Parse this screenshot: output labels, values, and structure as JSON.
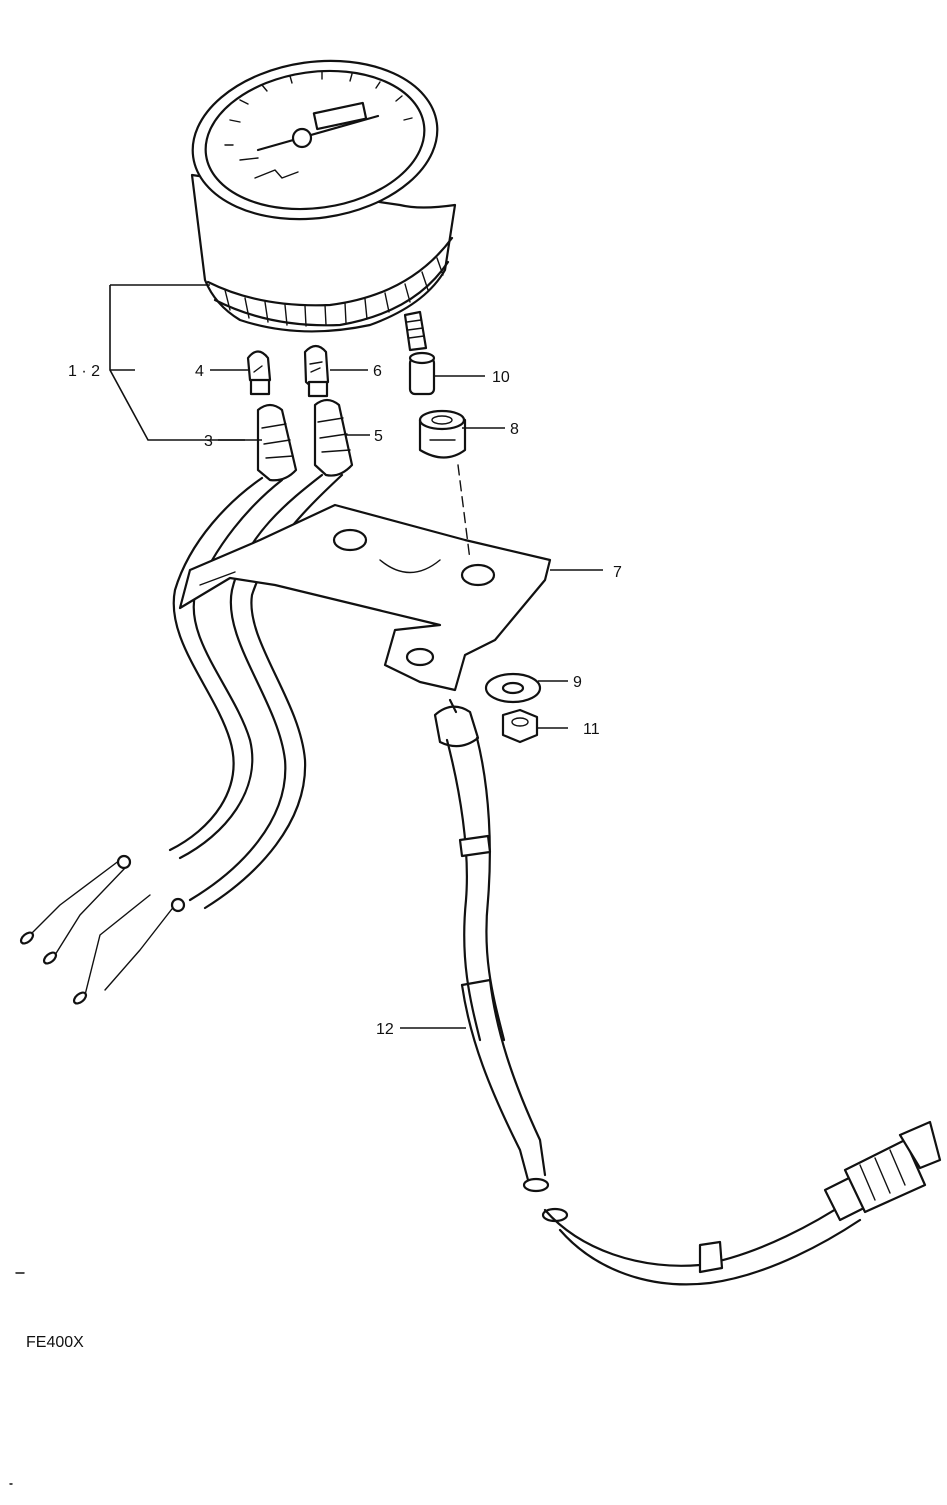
{
  "diagram": {
    "model_code": "FE400X",
    "callouts": [
      {
        "id": "c12",
        "label": "1 · 2"
      },
      {
        "id": "c3",
        "label": "3"
      },
      {
        "id": "c4",
        "label": "4"
      },
      {
        "id": "c5",
        "label": "5"
      },
      {
        "id": "c6",
        "label": "6"
      },
      {
        "id": "c7",
        "label": "7"
      },
      {
        "id": "c8",
        "label": "8"
      },
      {
        "id": "c9",
        "label": "9"
      },
      {
        "id": "c10",
        "label": "10"
      },
      {
        "id": "c11",
        "label": "11"
      },
      {
        "id": "c12b",
        "label": "12"
      }
    ]
  }
}
